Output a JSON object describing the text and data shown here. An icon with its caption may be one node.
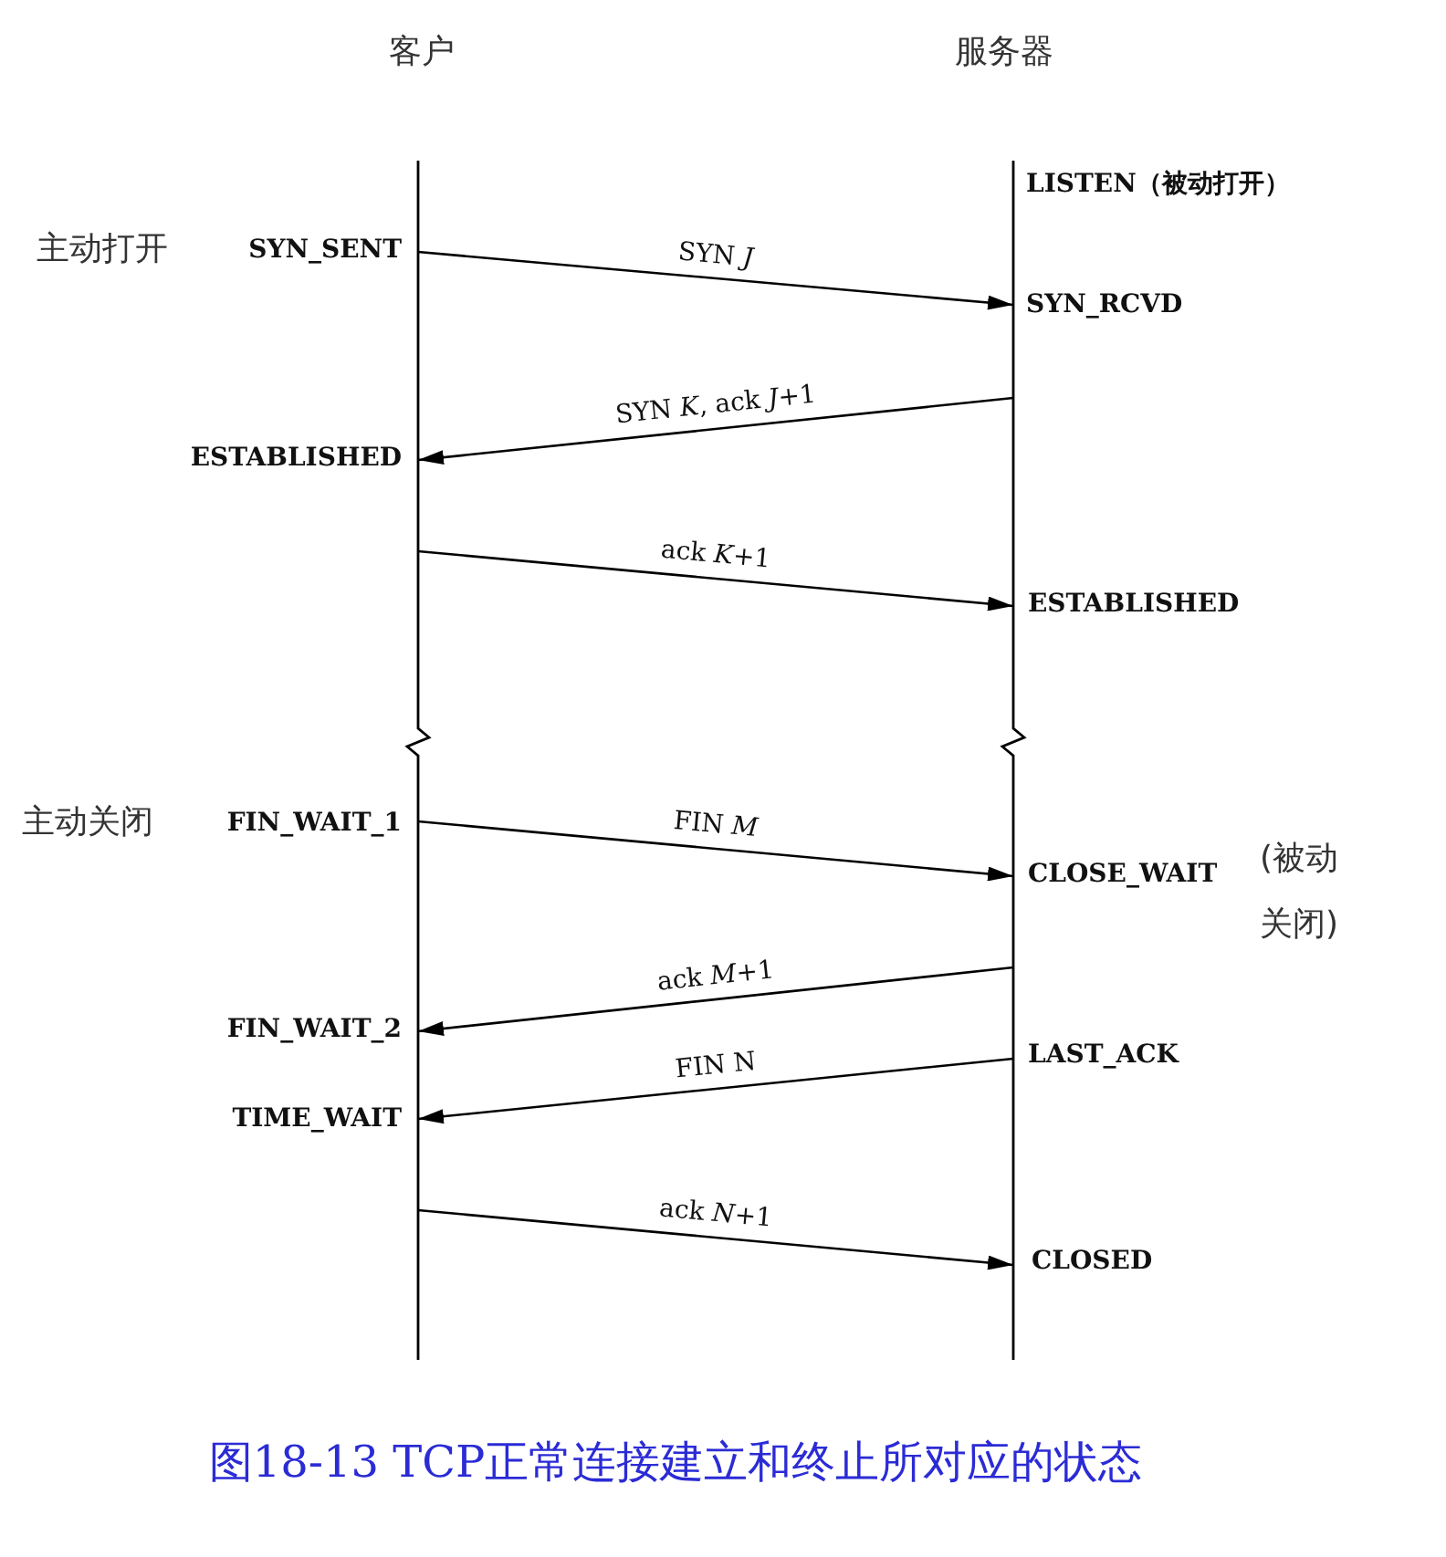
{
  "diagram": {
    "caption": "图18-13 TCP正常连接建立和终止所对应的状态",
    "nodes": [
      {
        "text": [
          "客户"
        ]
      },
      {
        "text": [
          "服务器"
        ]
      }
    ],
    "edges": [
      {
        "from": 0,
        "to": 1,
        "arrow": "to",
        "label": "SYN *J*"
      },
      {
        "from": 1,
        "to": 0,
        "arrow": "to",
        "label": "SYN *K*, ack *J*+1"
      },
      {
        "from": 0,
        "to": 1,
        "arrow": "to",
        "label": "ack *K*+1"
      },
      {
        "from": 0,
        "to": 1,
        "arrow": "to",
        "label": "FIN *M*"
      },
      {
        "from": 1,
        "to": 0,
        "arrow": "to",
        "label": "ack *M*+1"
      },
      {
        "from": 1,
        "to": 0,
        "arrow": "to",
        "label": "FIN N"
      },
      {
        "from": 0,
        "to": 1,
        "arrow": "to",
        "label": "ack *N*+1"
      }
    ],
    "labels": [
      "LISTEN（被动打开）",
      "主动打开",
      "SYN_SENT",
      "SYN_RCVD",
      "ESTABLISHED",
      "ESTABLISHED",
      "主动关闭",
      "FIN_WAIT_1",
      "CLOSE_WAIT",
      "(被动关闭)",
      "FIN_WAIT_2",
      "LAST_ACK",
      "TIME_WAIT",
      "CLOSED"
    ]
  }
}
